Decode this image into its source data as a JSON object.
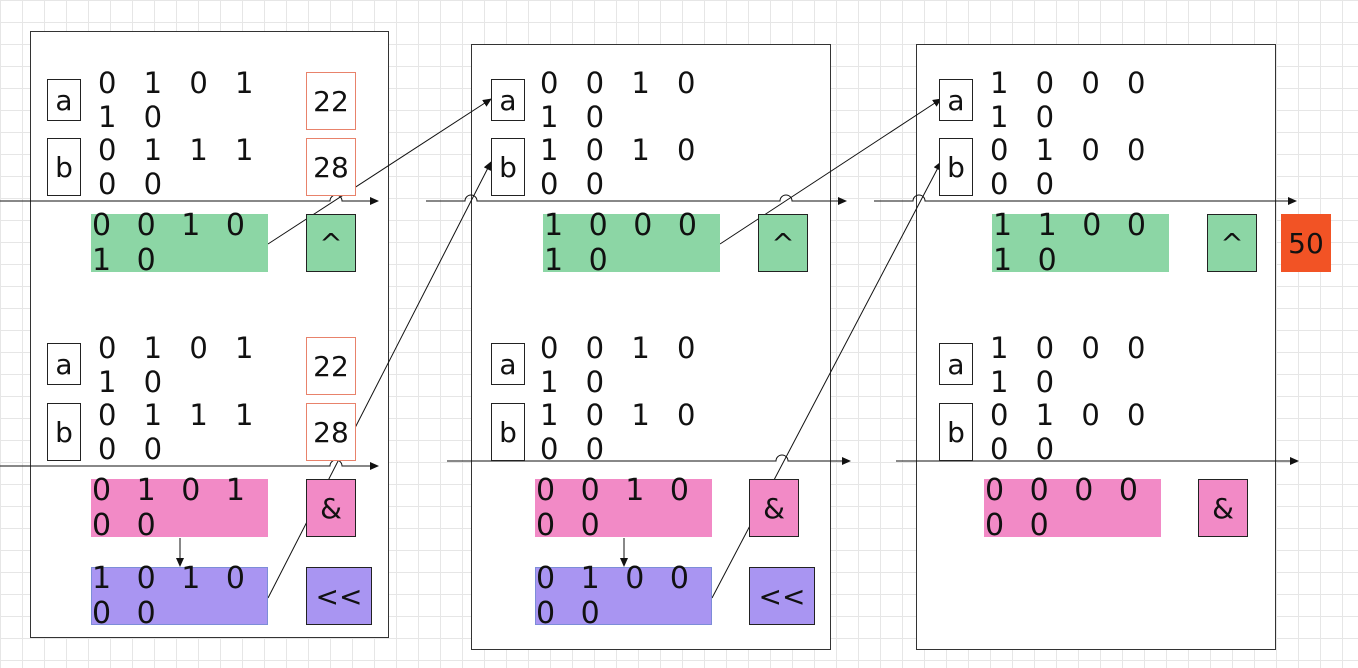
{
  "labels": {
    "a": "a",
    "b": "b"
  },
  "ops": {
    "xor": "^",
    "and": "&",
    "shift": "<<"
  },
  "decimal": {
    "a": "22",
    "b": "28"
  },
  "result": "50",
  "colors": {
    "xor": "#8cd6a5",
    "and": "#f28ac6",
    "shift": "#a995f2",
    "result": "#f25325"
  },
  "steps": [
    {
      "xor_part": {
        "a": "0 1 0 1 1 0",
        "b": "0 1 1 1 0 0",
        "result": "0 0 1 0 1 0"
      },
      "and_part": {
        "a": "0 1 0 1 1 0",
        "b": "0 1 1 1 0 0",
        "result": "0 1 0 1 0 0",
        "shifted": "1 0 1 0 0 0"
      }
    },
    {
      "xor_part": {
        "a": "0 0 1 0 1 0",
        "b": "1 0 1 0 0 0",
        "result": "1 0 0 0 1 0"
      },
      "and_part": {
        "a": "0 0 1 0 1 0",
        "b": "1 0 1 0 0 0",
        "result": "0 0 1 0 0 0",
        "shifted": "0 1 0 0 0 0"
      }
    },
    {
      "xor_part": {
        "a": "1 0 0 0 1 0",
        "b": "0 1 0 0 0 0",
        "result": "1 1 0 0 1 0"
      },
      "and_part": {
        "a": "1 0 0 0 1 0",
        "b": "0 1 0 0 0 0",
        "result": "0 0 0 0 0 0"
      }
    }
  ]
}
